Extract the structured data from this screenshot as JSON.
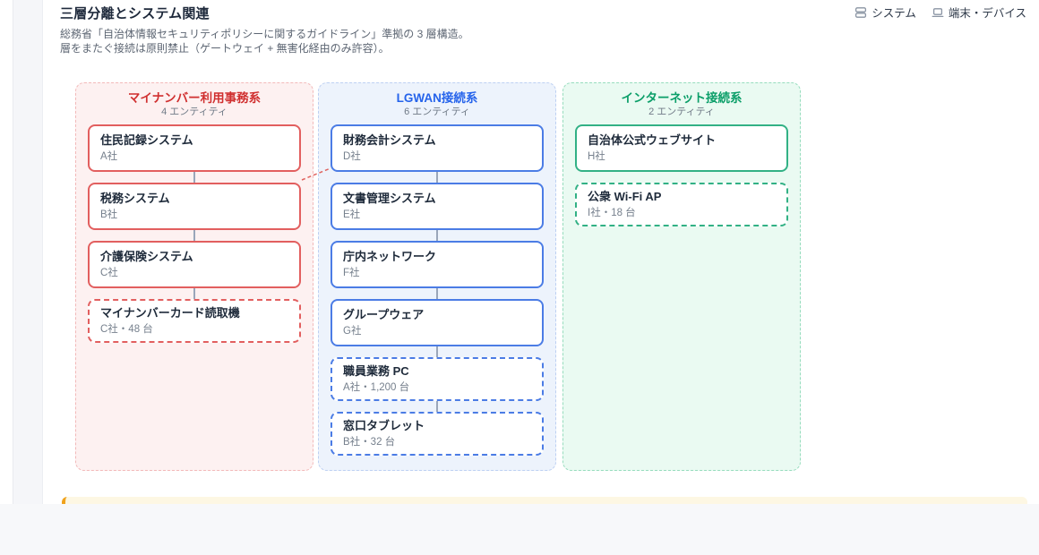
{
  "header": {
    "title": "三層分離とシステム関連",
    "subtitle1": "総務省「自治体情報セキュリティポリシーに関するガイドライン」準拠の 3 層構造。",
    "subtitle2": "層をまたぐ接続は原則禁止（ゲートウェイ + 無害化経由のみ許容）。"
  },
  "legend": {
    "items": [
      {
        "icon": "system-icon",
        "label": "システム"
      },
      {
        "icon": "device-icon",
        "label": "端末・デバイス"
      }
    ]
  },
  "tiers": [
    {
      "name": "マイナンバー利用事務系",
      "count": "4 エンティティ",
      "accent": "#d03030",
      "nodes": [
        {
          "title": "住民記録システム",
          "subtitle": "A社",
          "type": "system"
        },
        {
          "title": "税務システム",
          "subtitle": "B社",
          "type": "system"
        },
        {
          "title": "介護保険システム",
          "subtitle": "C社",
          "type": "system"
        },
        {
          "title": "マイナンバーカード読取機",
          "subtitle": "C社・48 台",
          "type": "device"
        }
      ]
    },
    {
      "name": "LGWAN接続系",
      "count": "6 エンティティ",
      "accent": "#2563eb",
      "nodes": [
        {
          "title": "財務会計システム",
          "subtitle": "D社",
          "type": "system"
        },
        {
          "title": "文書管理システム",
          "subtitle": "E社",
          "type": "system"
        },
        {
          "title": "庁内ネットワーク",
          "subtitle": "F社",
          "type": "system"
        },
        {
          "title": "グループウェア",
          "subtitle": "G社",
          "type": "system"
        },
        {
          "title": "職員業務 PC",
          "subtitle": "A社・1,200 台",
          "type": "device"
        },
        {
          "title": "窓口タブレット",
          "subtitle": "B社・32 台",
          "type": "device"
        }
      ]
    },
    {
      "name": "インターネット接続系",
      "count": "2 エンティティ",
      "accent": "#0a9e68",
      "nodes": [
        {
          "title": "自治体公式ウェブサイト",
          "subtitle": "H社",
          "type": "system"
        },
        {
          "title": "公衆 Wi-Fi AP",
          "subtitle": "I社・18 台",
          "type": "device"
        }
      ]
    }
  ],
  "cross_link": {
    "from": "税務システム",
    "to": "財務会計システム",
    "color": "#e0635f",
    "style": "dashed"
  },
  "colors": {
    "tier1_bg": "#fdf1f1",
    "tier1_border": "#e25f5f",
    "tier2_bg": "#edf3fc",
    "tier2_border": "#4b7ce5",
    "tier3_bg": "#eafaf2",
    "tier3_border": "#32b185",
    "note_bg": "#fdf7e3",
    "note_accent": "#f0a21c",
    "connector": "#9aa6ba"
  }
}
